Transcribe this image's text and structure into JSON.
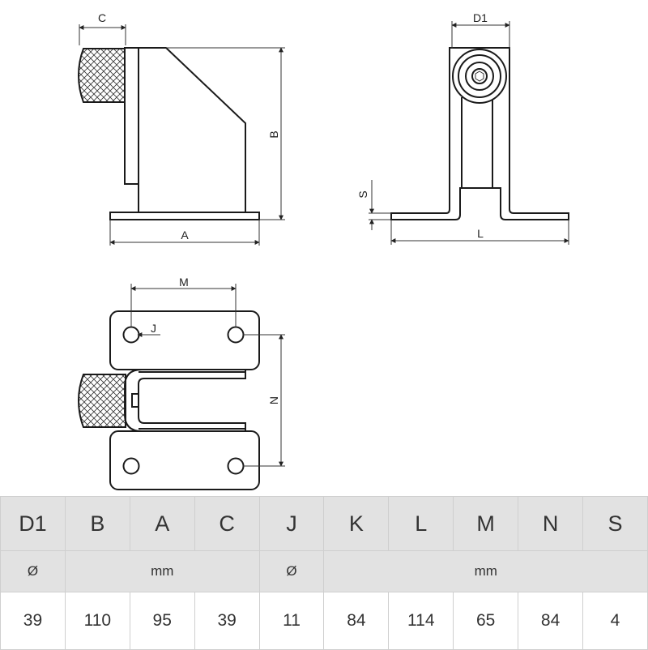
{
  "drawing": {
    "labels": {
      "C": "C",
      "D1": "D1",
      "B": "B",
      "A": "A",
      "S": "S",
      "L": "L",
      "M": "M",
      "J": "J",
      "N": "N"
    }
  },
  "table": {
    "headers": [
      "D1",
      "B",
      "A",
      "C",
      "J",
      "K",
      "L",
      "M",
      "N",
      "S"
    ],
    "unit_d1": "Ø",
    "unit_mm_1": "mm",
    "unit_j": "Ø",
    "unit_mm_2": "mm",
    "values": [
      "39",
      "110",
      "95",
      "39",
      "11",
      "84",
      "114",
      "65",
      "84",
      "4"
    ]
  }
}
